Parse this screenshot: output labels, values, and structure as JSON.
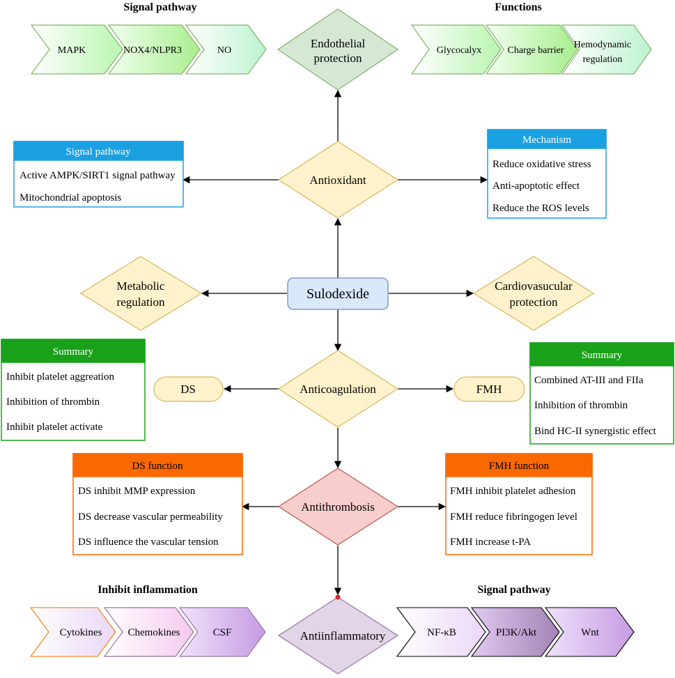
{
  "headers": {
    "top_left": "Signal pathway",
    "top_right": "Functions",
    "bottom_left": "Inhibit inflammation",
    "bottom_right": "Signal pathway"
  },
  "center": {
    "label": "Sulodexide"
  },
  "nodes": {
    "endothelial": [
      "Endothelial",
      "protection"
    ],
    "antioxidant": "Antioxidant",
    "metabolic": [
      "Metabolic",
      "regulation"
    ],
    "cardio": [
      "Cardiovasucular",
      "protection"
    ],
    "anticoagulation": "Anticoagulation",
    "antithrombosis": "Antithrombosis",
    "antiinflammatory": "Antiinflammatory",
    "ds": "DS",
    "fmh": "FMH"
  },
  "chevrons": {
    "top_signal": [
      "MAPK",
      "NOX4/NLPR3",
      "NO"
    ],
    "functions": [
      "Glycocalyx",
      "Charge barrier",
      [
        "Hemodynamic",
        "regulation"
      ]
    ],
    "inflammation": [
      "Cytokines",
      "Chemokines",
      "CSF"
    ],
    "bottom_signal": [
      "NF-κB",
      "PI3K/Akt",
      "Wnt"
    ]
  },
  "boxes": {
    "signal_pathway": {
      "title": "Signal pathway",
      "items": [
        "Active AMPK/SIRT1 signal pathway",
        "Mitochondrial apoptosis"
      ]
    },
    "mechanism": {
      "title": "Mechanism",
      "items": [
        "Reduce oxidative stress",
        "Anti-apoptotic effect",
        "Reduce the ROS levels"
      ]
    },
    "summary_left": {
      "title": "Summary",
      "items": [
        "Inhibit platelet aggreation",
        "Inhibition of thrombin",
        "Inhibit platelet activate"
      ]
    },
    "summary_right": {
      "title": "Summary",
      "items": [
        "Combined AT-III and FIIa",
        "Inhibition of thrombin",
        "Bind HC-II synergistic effect"
      ]
    },
    "ds_function": {
      "title": "DS function",
      "items": [
        "DS inhibit MMP expression",
        "DS decrease vascular permeability",
        "DS influence the vascular tension"
      ]
    },
    "fmh_function": {
      "title": "FMH function",
      "items": [
        "FMH inhibit platelet adhesion",
        "FMH reduce fibringogen level",
        "FMH increase t-PA"
      ]
    }
  },
  "colors": {
    "blue_header": "#1ba1e2",
    "green_header": "#1aa11a",
    "orange_header": "#fa6800",
    "diamond_yellow": "#fff2cc",
    "diamond_green": "#d5e8d4",
    "diamond_red": "#f8cecc",
    "diamond_purple": "#e1d5e7",
    "center_blue": "#dae8fc"
  }
}
